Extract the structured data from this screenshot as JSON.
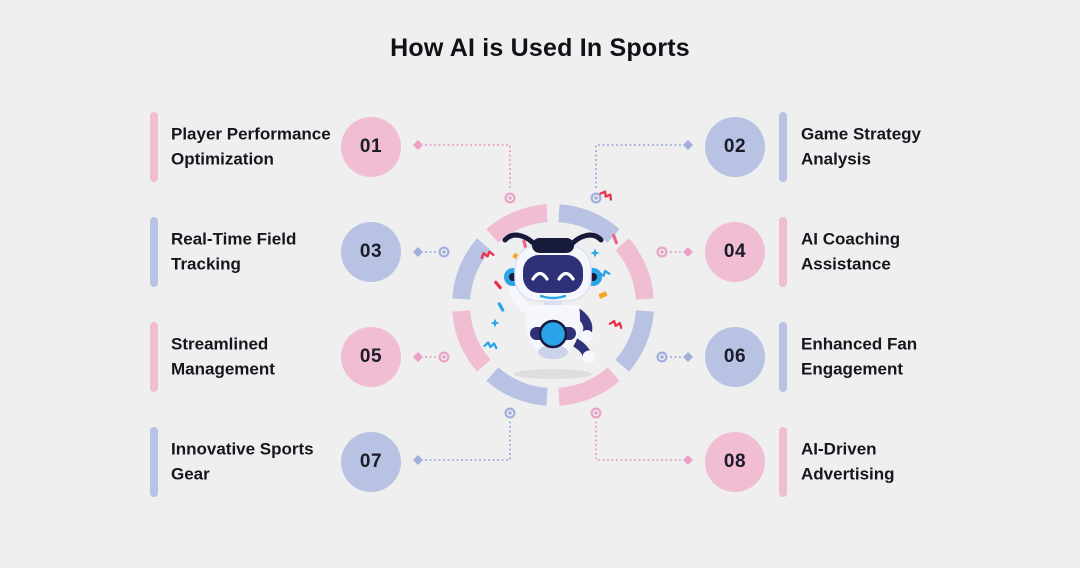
{
  "title": "How AI is Used In Sports",
  "colors": {
    "background": "#efefef",
    "pink": "#f0bdd2",
    "lavender": "#b8c2e3",
    "connector_pink": "#e9a2c5",
    "connector_lavender": "#a2aedb",
    "text_dark": "#16161f",
    "robot_navy": "#2e3178",
    "robot_navy_dark": "#171a3a",
    "robot_blue": "#2ba3e8",
    "robot_body": "#f5f7fd",
    "confetti_red": "#e8334a",
    "confetti_yellow": "#f5a623",
    "confetti_pink": "#f06292"
  },
  "items": [
    {
      "number": "01",
      "label": "Player Performance Optimization",
      "color": "pink",
      "side": "left"
    },
    {
      "number": "02",
      "label": "Game Strategy Analysis",
      "color": "lavender",
      "side": "right"
    },
    {
      "number": "03",
      "label": "Real-Time Field Tracking",
      "color": "lavender",
      "side": "left"
    },
    {
      "number": "04",
      "label": "AI Coaching Assistance",
      "color": "pink",
      "side": "right"
    },
    {
      "number": "05",
      "label": "Streamlined Management",
      "color": "pink",
      "side": "left"
    },
    {
      "number": "06",
      "label": "Enhanced Fan Engagement",
      "color": "lavender",
      "side": "right"
    },
    {
      "number": "07",
      "label": "Innovative Sports Gear",
      "color": "lavender",
      "side": "left"
    },
    {
      "number": "08",
      "label": "AI-Driven Advertising",
      "color": "pink",
      "side": "right"
    }
  ],
  "center": {
    "illustration": "robot-mascot-icon",
    "ring_segments": [
      "lavender",
      "pink",
      "lavender",
      "pink",
      "lavender",
      "pink",
      "lavender",
      "pink"
    ]
  }
}
